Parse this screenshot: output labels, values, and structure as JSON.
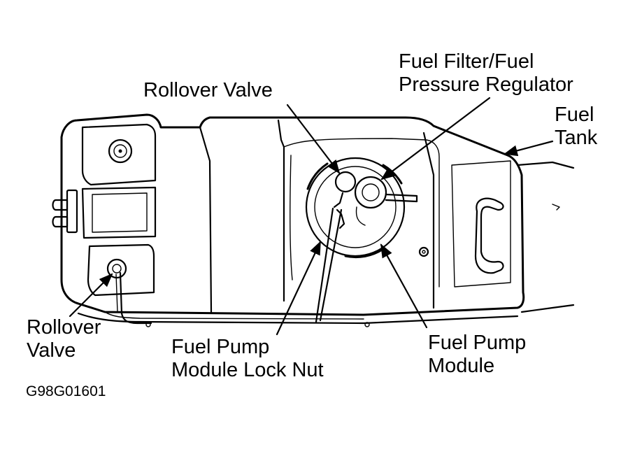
{
  "labels": {
    "fuel_filter_line1": "Fuel Filter/Fuel",
    "fuel_filter_line2": "Pressure Regulator",
    "rollover_valve_top": "Rollover Valve",
    "fuel_tank_line1": "Fuel",
    "fuel_tank_line2": "Tank",
    "rollover_valve_left_line1": "Rollover",
    "rollover_valve_left_line2": "Valve",
    "lock_nut_line1": "Fuel Pump",
    "lock_nut_line2": "Module Lock Nut",
    "pump_module_line1": "Fuel Pump",
    "pump_module_line2": "Module"
  },
  "figure_code": "G98G01601"
}
